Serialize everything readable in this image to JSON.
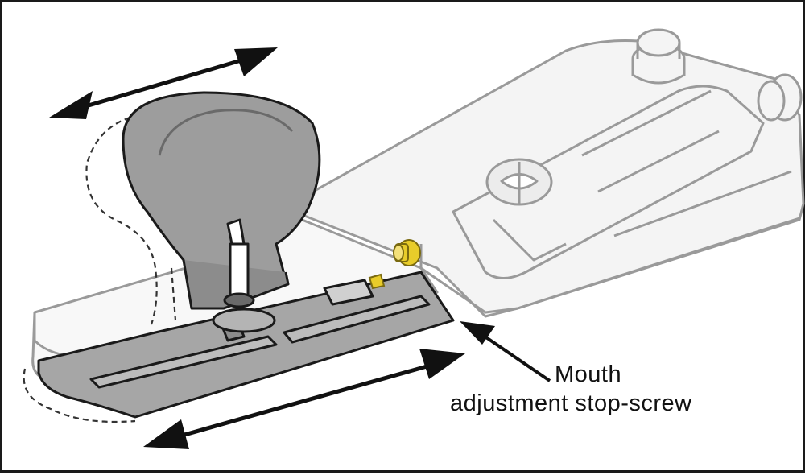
{
  "callout": {
    "line1": "Mouth",
    "line2": "adjustment  stop-screw"
  },
  "colors": {
    "outline": "#1a1a1a",
    "body_fill": "#f4f4f4",
    "body_stroke": "#9a9a9a",
    "knob_fill": "#9d9d9d",
    "sole_fill": "#a6a6a6",
    "screw_fill": "#e8cc2a",
    "arrow": "#111111"
  },
  "icons": [
    "double-arrow-knob",
    "double-arrow-sole",
    "callout-arrow"
  ]
}
